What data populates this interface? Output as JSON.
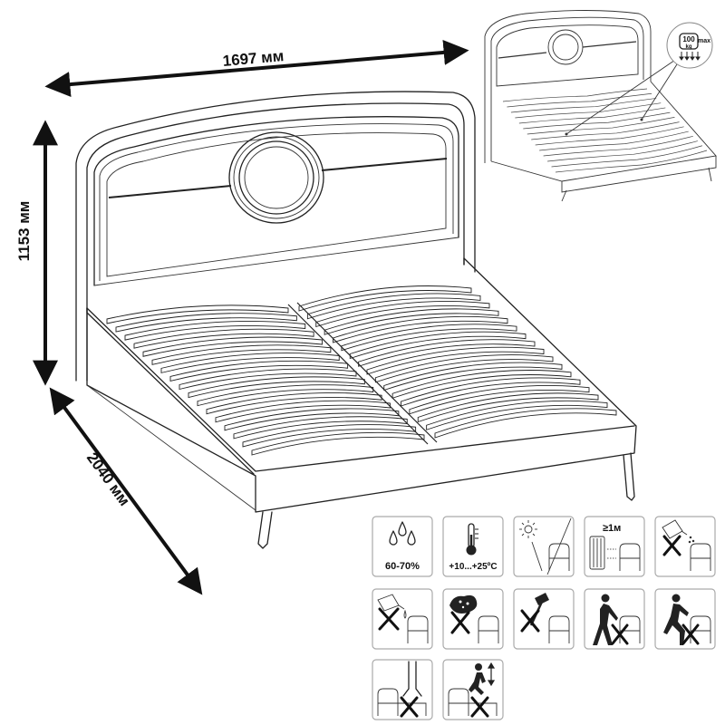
{
  "dimensions": {
    "width": "1697 мм",
    "height": "1153 мм",
    "length": "2040 мм"
  },
  "load_badge": {
    "weight": "100",
    "unit": "kg",
    "qualifier": "max"
  },
  "care_icons": [
    {
      "name": "humidity",
      "label": "60-70%"
    },
    {
      "name": "temperature",
      "label": "+10...+25ºC"
    },
    {
      "name": "no-direct-sunlight",
      "label": ""
    },
    {
      "name": "heater-distance",
      "label": "≥1м"
    },
    {
      "name": "no-chemicals-spray",
      "label": ""
    },
    {
      "name": "no-liquids",
      "label": ""
    },
    {
      "name": "no-abrasive",
      "label": ""
    },
    {
      "name": "no-hammer",
      "label": ""
    },
    {
      "name": "no-dragging",
      "label": ""
    },
    {
      "name": "no-lifting-by-part",
      "label": ""
    },
    {
      "name": "no-standing",
      "label": ""
    },
    {
      "name": "no-jumping",
      "label": ""
    }
  ]
}
